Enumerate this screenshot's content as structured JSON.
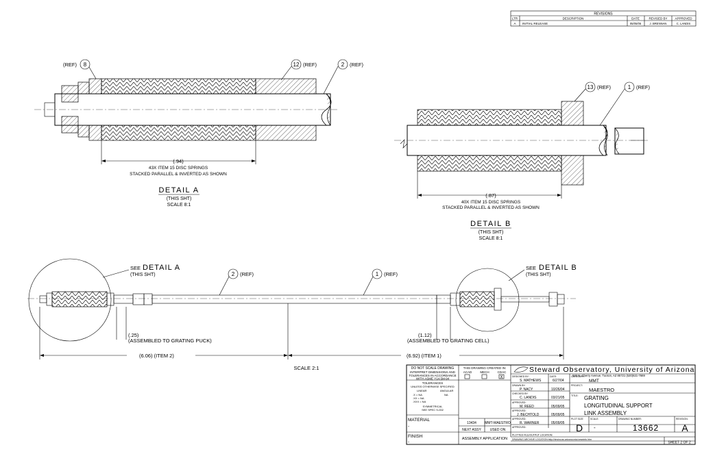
{
  "revisions": {
    "title": "REVISIONS",
    "headers": [
      "LTR",
      "DESCRIPTION",
      "DATE",
      "REVISED BY",
      "APPROVED"
    ],
    "row": [
      "A",
      "INITIAL RELEASE",
      "05/05/05",
      "J. BRENNAN",
      "C. LANDIS"
    ]
  },
  "detail_a": {
    "ref8": "8",
    "ref12": "12",
    "ref2": "2",
    "ref_text": "(REF)",
    "dim": "(.94)",
    "note1": "43X ITEM 15 DISC SPRINGS",
    "note2": "STACKED PARALLEL & INVERTED AS SHOWN",
    "title": "DETAIL A",
    "sheet": "(THIS SHT)",
    "scale": "SCALE 8:1"
  },
  "detail_b": {
    "ref13": "13",
    "ref1": "1",
    "ref_text": "(REF)",
    "dim": "(.87)",
    "note1": "40X ITEM 15 DISC SPRINGS",
    "note2": "STACKED PARALLEL & INVERTED AS SHOWN",
    "title": "DETAIL B",
    "sheet": "(THIS SHT)",
    "scale": "SCALE 8:1"
  },
  "assembly": {
    "see": "SEE",
    "detail_a": "DETAIL A",
    "detail_b": "DETAIL B",
    "this_sht": "(THIS SHT)",
    "ref2": "2",
    "ref1": "1",
    "ref_text": "(REF)",
    "dim_25": "(.25)",
    "note_puck": "(ASSEMBLED TO GRATING PUCK)",
    "dim_112": "(1.12)",
    "note_cell": "(ASSEMBLED TO GRATING CELL)",
    "dim_606": "(6.06) (ITEM 2)",
    "dim_692": "(6.92) (ITEM 1)",
    "scale": "SCALE 2:1"
  },
  "title_block": {
    "dont_scale": "DO NOT SCALE DRAWING",
    "interpret1": "INTERPRET DIMENSIONS AND",
    "interpret2": "TOLERANCES IN ACCORDANCE",
    "interpret3": "WITH ASME Y14.5M-94",
    "tolerances": "TOLERANCES",
    "unless": "UNLESS OTHERWISE SPECIFIED",
    "linear": "LINEAR",
    "angular": "ANGULAR",
    "tol_x": ".X   = NA",
    "tol_xx": ".XX  = NA",
    "tol_xxx": ".XXX = NA",
    "tol_ang": "NA",
    "symmetrical": "SYMMETRICAL",
    "see_spec": "SEE SPEC S-002",
    "created": "THIS DRAWING CREATED IN:",
    "acad": "ACAD",
    "mech": "MECH",
    "cdac": "CDAC",
    "checked_mark": "X",
    "designed_by_label": "DESIGNED BY:",
    "designed_by": "S. MATHEWS",
    "date_label": "DATE:",
    "designed_date": "6/27/04",
    "drawn_by_label": "DRAWN BY:",
    "drawn_by": "P. NACY",
    "drawn_date": "10/26/04",
    "checked_by_label": "CHECKED BY:",
    "checked_by": "C. LANDIS",
    "checked_date": "03/21/05",
    "approved1_label": "APPROVED:",
    "approved1": "M. REED",
    "approved1_date": "05/09/05",
    "approved2_label": "APPROVED:",
    "approved2": "J. BECHTOLD",
    "approved2_date": "05/09/05",
    "approved3_label": "APPROVED:",
    "approved3": "R. WARNER",
    "approved3_date": "05/09/05",
    "approved4_label": "APPROVED:",
    "org": "Steward Observatory, University of Arizona",
    "address": "933 N. Cherry Avenue, Tucson, AZ 85721   (520)621-7669",
    "category_label": "CATEGORY:",
    "category": "MMT",
    "project_label": "PROJECT:",
    "project": "MAESTRO",
    "title_label": "TITLE:",
    "title1": "GRATING",
    "title2": "LONGITUDINAL SUPPORT",
    "title3": "LINK ASSEMBLY",
    "plot_size_label": "PLOT SIZE",
    "plot_size": "D",
    "scale_label": "SCALE:",
    "scale": "-",
    "drawing_number_label": "DRAWING NUMBER:",
    "drawing_number": "13662",
    "revision_label": "REVISION:",
    "revision": "A",
    "material_label": "MATERIAL",
    "material": "-",
    "finish_label": "FINISH",
    "finish": "-",
    "next_assy_num": "13434",
    "next_assy_name": "MMT-MAESTRO",
    "next_assy": "NEXT ASSY",
    "used_on": "USED ON",
    "assembly_application": "ASSEMBLY APPLICATION",
    "plotted": "PLOTTED FILE/OUTPUT LOCATION:",
    "archive": "DRAWING ARCHIVE LOCATION:http://dnsinv.as.arizona.edu/ceseinfo.htm",
    "sheet": "SHEET 2 OF 2"
  }
}
